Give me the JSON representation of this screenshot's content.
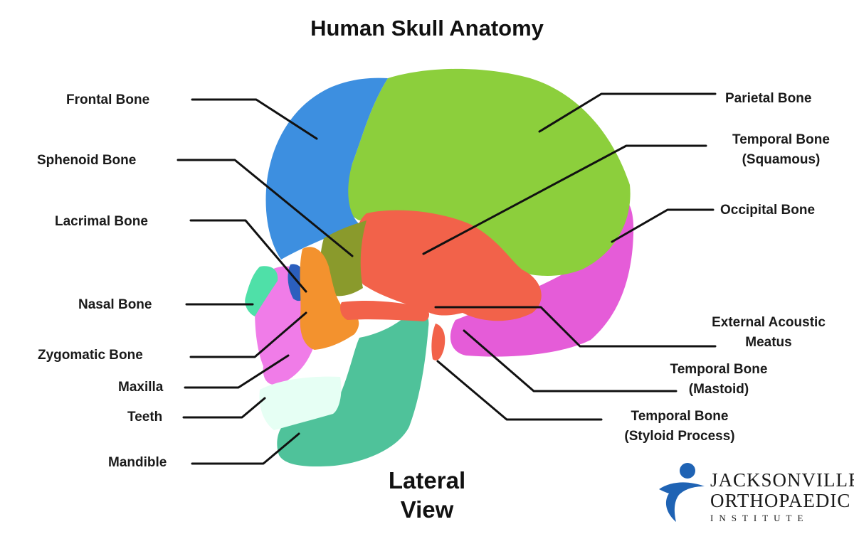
{
  "title": "Human Skull Anatomy",
  "view": {
    "line1": "Lateral",
    "line2": "View"
  },
  "labels": {
    "frontal": "Frontal Bone",
    "sphenoid": "Sphenoid Bone",
    "lacrimal": "Lacrimal Bone",
    "nasal": "Nasal Bone",
    "zygomatic": "Zygomatic Bone",
    "maxilla": "Maxilla",
    "teeth": "Teeth",
    "mandible": "Mandible",
    "parietal": "Parietal Bone",
    "temporal_squamous_1": "Temporal Bone",
    "temporal_squamous_2": "(Squamous)",
    "occipital": "Occipital Bone",
    "acoustic_1": "External Acoustic",
    "acoustic_2": "Meatus",
    "mastoid_1": "Temporal Bone",
    "mastoid_2": "(Mastoid)",
    "styloid_1": "Temporal Bone",
    "styloid_2": "(Styloid Process)"
  },
  "logo": {
    "line1": "JACKSONVILLE",
    "line2": "ORTHOPAEDIC",
    "line3": "INSTITUTE"
  },
  "colors": {
    "frontal": "#3d8fe0",
    "parietal": "#8ccf3c",
    "temporal": "#f2624a",
    "occipital": "#e55cd8",
    "sphenoid": "#8a9a2c",
    "zygomatic": "#f3922e",
    "nasal": "#4fe0a8",
    "maxilla": "#f07ce8",
    "mandible": "#4fc29a",
    "teeth": "#e6fff4",
    "lacrimal": "#2b5fbe",
    "logo_blue": "#1f63b4"
  }
}
